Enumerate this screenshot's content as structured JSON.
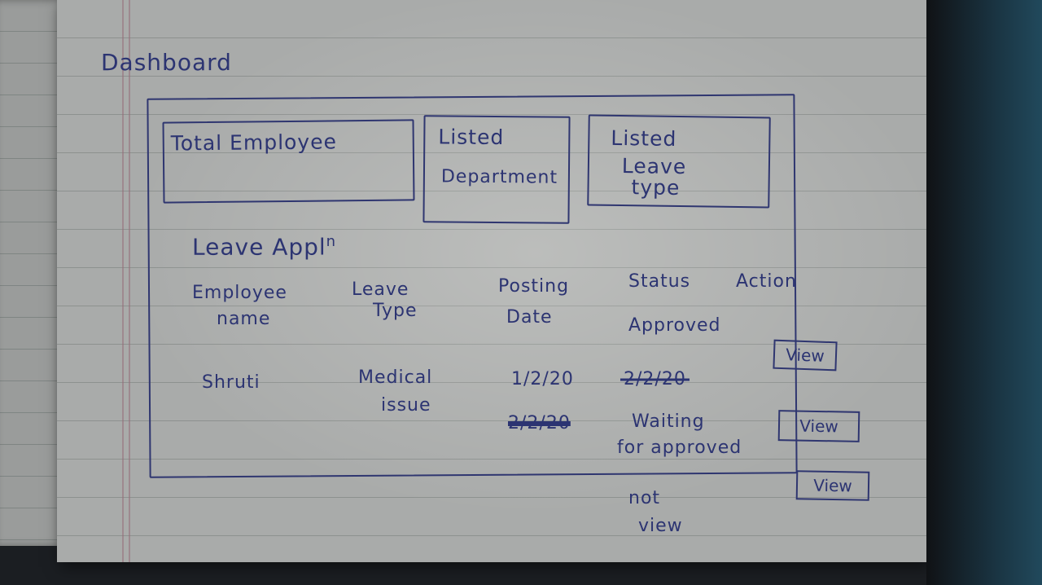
{
  "page": {
    "title": "Dashboard"
  },
  "cards": [
    {
      "label": "Total Employee"
    },
    {
      "label_line1": "Listed",
      "label_line2": "Department"
    },
    {
      "label_line1": "Listed",
      "label_line2": "Leave",
      "label_line3": "type"
    }
  ],
  "leave": {
    "heading": "Leave Appl",
    "heading_sup": "n",
    "columns": {
      "employee_line1": "Employee",
      "employee_line2": "name",
      "leave_type_line1": "Leave",
      "leave_type_line2": "Type",
      "posting_line1": "Posting",
      "posting_line2": "Date",
      "status": "Status",
      "action": "Action"
    },
    "rows": [
      {
        "status": "Approved",
        "action": "View"
      },
      {
        "employee": "Shruti",
        "leave_type_line1": "Medical",
        "leave_type_line2": "issue",
        "posting_date": "1/2/20",
        "struck_date": "2/2/20",
        "action": "View"
      },
      {
        "scribbled": "2/2/20",
        "status_line1": "Waiting",
        "status_line2": "for approved",
        "action": "View"
      }
    ],
    "footnote_line1": "not",
    "footnote_line2": "view"
  }
}
